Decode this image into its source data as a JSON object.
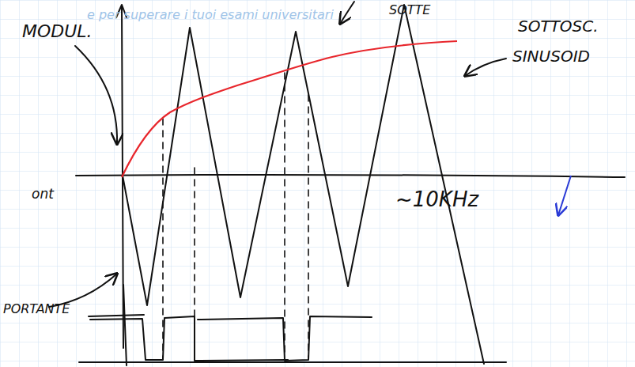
{
  "diagram": {
    "labels": [
      "e per superare i tuoi esami universitari",
      "SOTTE",
      "MODUL.",
      "SOTTOSC.",
      "SINUSOID",
      "~10KHz",
      "ont",
      "PORTANTE"
    ]
  }
}
